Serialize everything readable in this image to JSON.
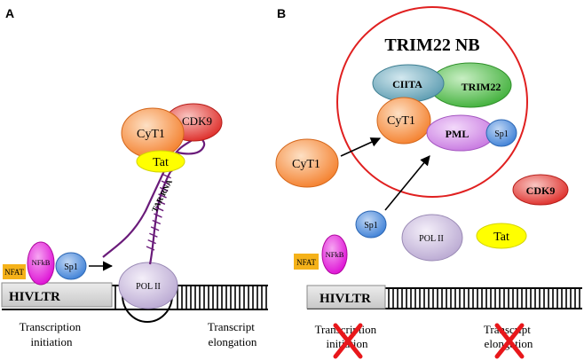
{
  "panels": {
    "a": {
      "letter": "A",
      "labels": {
        "cdk9": "CDK9",
        "cyt1": "CyT1",
        "tat": "Tat",
        "tar_rna": "TAR RNA",
        "nfkb": "NFkB",
        "nfat": "NFAT",
        "sp1": "Sp1",
        "pol2": "POL II",
        "hivltr": "HIVLTR",
        "initiation": "Transcription\ninitiation",
        "elongation": "Transcript\nelongation"
      }
    },
    "b": {
      "letter": "B",
      "nuclear_body_title": "TRIM22  NB",
      "labels": {
        "ciita": "CIITA",
        "trim22": "TRIM22",
        "cyt1_inside": "CyT1",
        "pml": "PML",
        "sp1_inside": "Sp1",
        "cyt1_free": "CyT1",
        "cdk9": "CDK9",
        "sp1_free": "Sp1",
        "pol2": "POL II",
        "tat": "Tat",
        "nfat": "NFAT",
        "nfkb": "NFkB",
        "hivltr": "HIVLTR",
        "initiation": "Transcription\ninitiation",
        "elongation": "Transcript\nelongation"
      }
    }
  },
  "colors": {
    "cyt1": "#f7893a",
    "cdk9": "#e8342f",
    "tat": "#ffff00",
    "tar_rna": "#6a1b7a",
    "nfkb": "#e81ee0",
    "nfat": "#f5b21a",
    "sp1": "#4f8fe0",
    "pol2": "#cbbddc",
    "ciita": "#6aa6b8",
    "trim22": "#4dbb47",
    "pml": "#d38ae8",
    "nb_circle": "#e02020",
    "cross": "#e8171b"
  }
}
